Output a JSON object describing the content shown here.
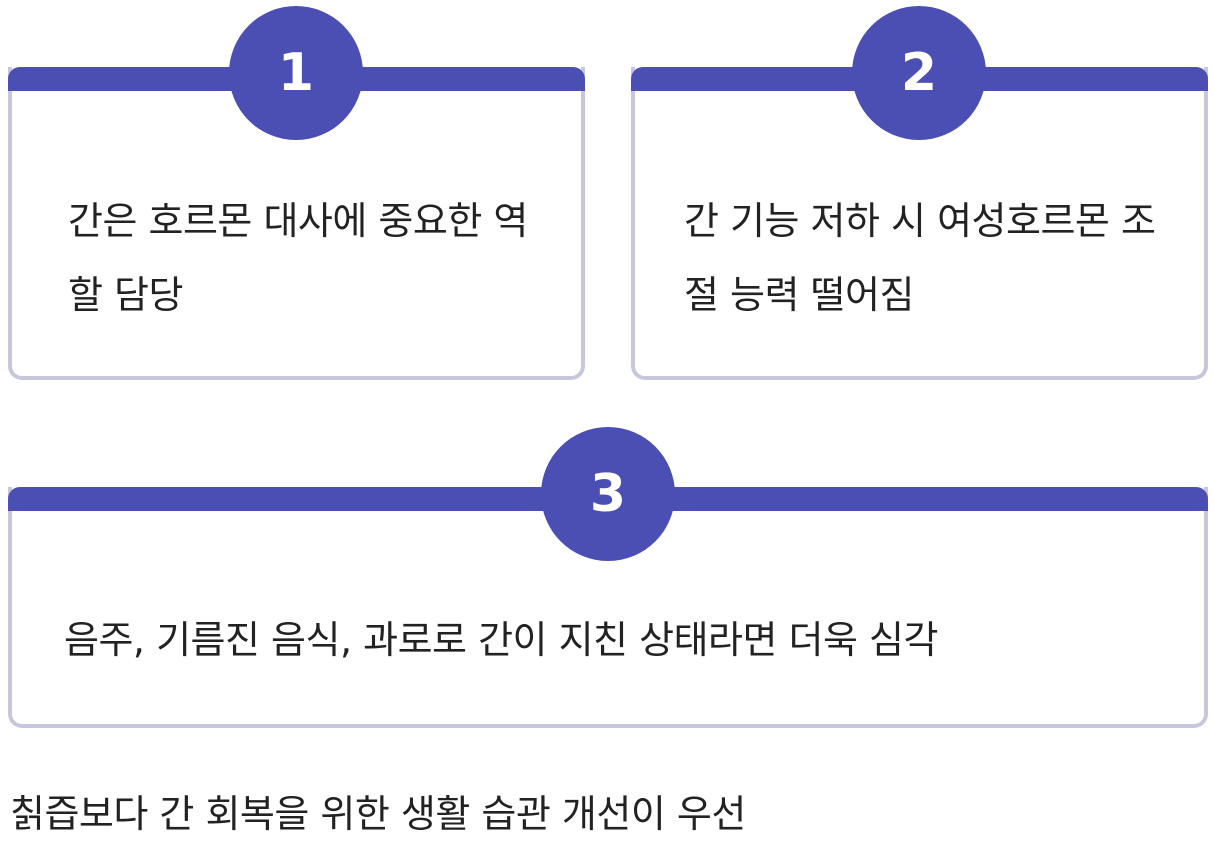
{
  "colors": {
    "accent": "#4b4fb4",
    "card_border": "#c6c6dc",
    "text": "#222222",
    "badge_text": "#ffffff"
  },
  "cards": [
    {
      "number": "1",
      "text": "간은 호르몬 대사에 중요한 역할 담당"
    },
    {
      "number": "2",
      "text": "간 기능 저하 시 여성호르몬 조절 능력 떨어짐"
    },
    {
      "number": "3",
      "text": "음주, 기름진 음식, 과로로 간이 지친 상태라면 더욱 심각"
    }
  ],
  "footer": {
    "text": "칡즙보다 간 회복을 위한 생활 습관 개선이 우선"
  }
}
